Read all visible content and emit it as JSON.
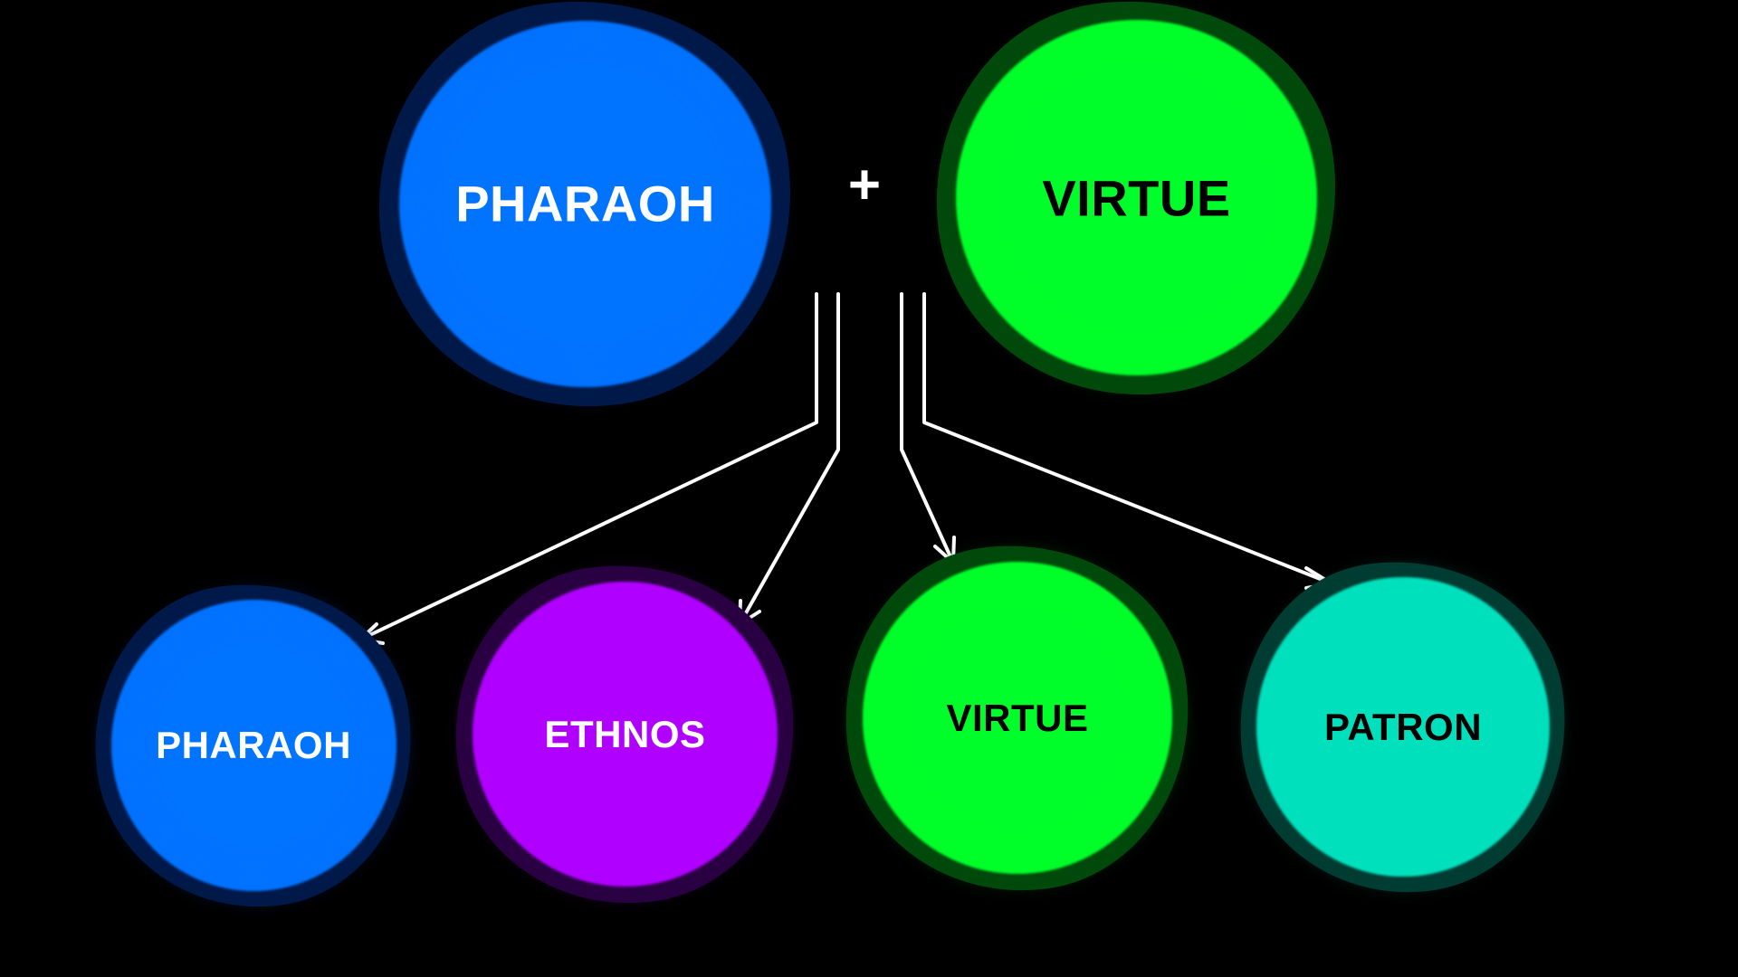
{
  "diagram": {
    "operator": "+",
    "parents": [
      {
        "id": "pharaoh-top",
        "label": "PHARAOH",
        "fill": "#0073ff",
        "halo": "#001a4a",
        "text_color": "#ffffff"
      },
      {
        "id": "virtue-top",
        "label": "VIRTUE",
        "fill": "#00ff2a",
        "halo": "#004a0c",
        "text_color": "#000000"
      }
    ],
    "children": [
      {
        "id": "pharaoh-bottom",
        "label": "PHARAOH",
        "fill": "#0073ff",
        "halo": "#001a4a",
        "text_color": "#ffffff"
      },
      {
        "id": "ethnos",
        "label": "ETHNOS",
        "fill": "#b000ff",
        "halo": "#2a0042",
        "text_color": "#ffffff"
      },
      {
        "id": "virtue-bottom",
        "label": "VIRTUE",
        "fill": "#00ff2a",
        "halo": "#004a0c",
        "text_color": "#000000"
      },
      {
        "id": "patron",
        "label": "PATRON",
        "fill": "#00e0bd",
        "halo": "#003d33",
        "text_color": "#000000"
      }
    ],
    "connector_color": "#ffffff",
    "background": "#000000"
  }
}
